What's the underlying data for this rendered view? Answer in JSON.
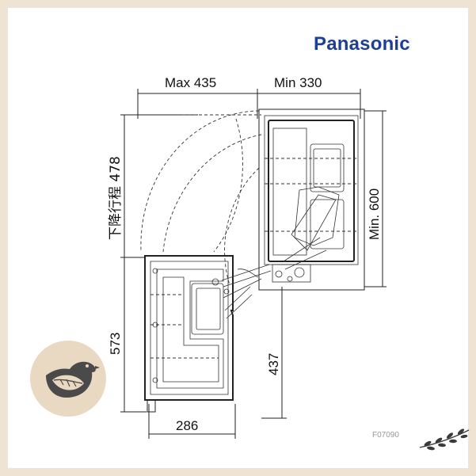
{
  "brand": {
    "name": "Panasonic",
    "color": "#1f3f95"
  },
  "drawing": {
    "dims": {
      "max_width": "Max 435",
      "min_width": "Min 330",
      "lift_travel": "下降行程 478",
      "min_height": "Min. 600",
      "lower_height": "573",
      "mid_height": "437",
      "bottom_width": "286"
    }
  },
  "figure_code": "F07090",
  "icons": {
    "badge": "bird-leaf-icon",
    "branch": "olive-branch-icon"
  },
  "colors": {
    "background": "#efe3d3",
    "badge": "#ead9c2",
    "badge_bird": "#4a4a4a"
  }
}
